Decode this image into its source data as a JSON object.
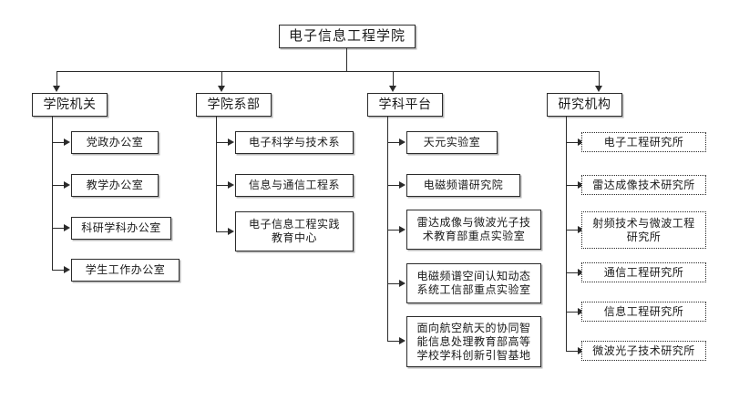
{
  "diagram": {
    "title": "电子信息工程学院",
    "root": {
      "label": "电子信息工程学院",
      "style": "solid"
    },
    "branches": [
      {
        "label": "学院机关",
        "style": "solid",
        "children_style": "solid",
        "children": [
          {
            "label": "党政办公室"
          },
          {
            "label": "教学办公室"
          },
          {
            "label": "科研学科办公室"
          },
          {
            "label": "学生工作办公室"
          }
        ]
      },
      {
        "label": "学院系部",
        "style": "solid",
        "children_style": "solid",
        "children": [
          {
            "label": "电子科学与技术系"
          },
          {
            "label": "信息与通信工程系"
          },
          {
            "label": "电子信息工程实践\n教育中心"
          }
        ]
      },
      {
        "label": "学科平台",
        "style": "solid",
        "children_style": "solid",
        "children": [
          {
            "label": "天元实验室"
          },
          {
            "label": "电磁频谱研究院"
          },
          {
            "label": "雷达成像与微波光子技\n术教育部重点实验室"
          },
          {
            "label": "电磁频谱空间认知动态\n系统工信部重点实验室"
          },
          {
            "label": "面向航空航天的协同智\n能信息处理教育部高等\n学校学科创新引智基地"
          }
        ]
      },
      {
        "label": "研究机构",
        "style": "solid",
        "children_style": "dotted",
        "children": [
          {
            "label": "电子工程研究所"
          },
          {
            "label": "雷达成像技术研究所"
          },
          {
            "label": "射频技术与微波工程\n研究所"
          },
          {
            "label": "通信工程研究所"
          },
          {
            "label": "信息工程研究所"
          },
          {
            "label": "微波光子技术研究所"
          }
        ]
      }
    ],
    "colors": {
      "line": "#2b2b2b",
      "box_border": "#2b2b2b",
      "box_shadow": "#b8b8b8",
      "background": "#ffffff",
      "text": "#1a1a1a"
    }
  }
}
